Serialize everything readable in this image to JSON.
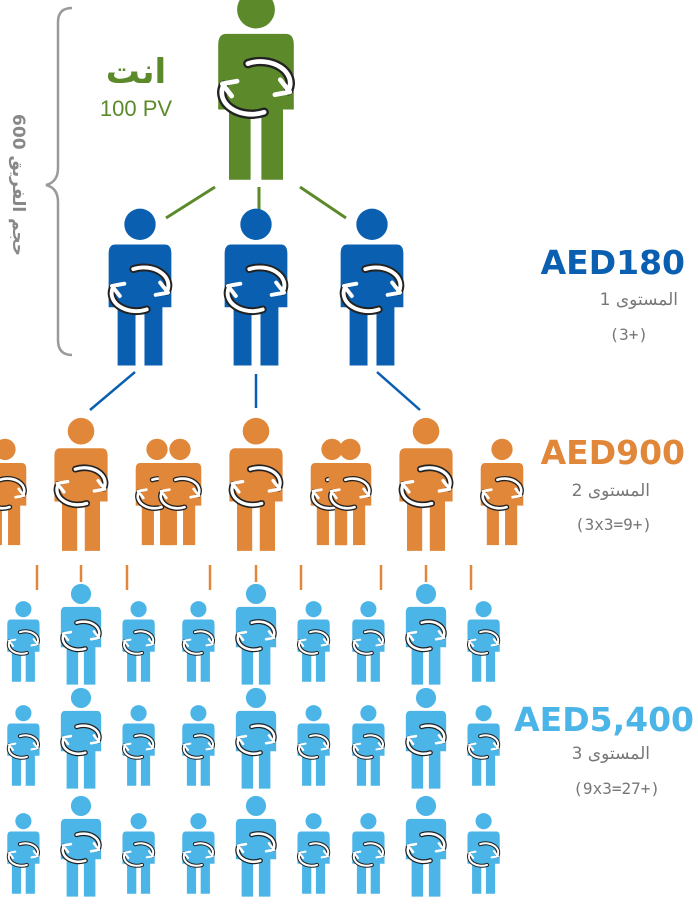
{
  "you": {
    "title": "انت",
    "pv": "100 PV"
  },
  "team_volume_label": "600 حجم الفريق",
  "levels": [
    {
      "amount": "AED180",
      "level": "المستوى 1",
      "calc": "(3+)",
      "color": "#0a5fb0"
    },
    {
      "amount": "AED900",
      "level": "المستوى 2",
      "calc": "(3x3=9+)",
      "color": "#e0873a"
    },
    {
      "amount": "AED5,400",
      "level": "المستوى 3",
      "calc": "(9x3=27+)",
      "color": "#4cb5e8"
    }
  ],
  "colors": {
    "you": "#5c8a2b",
    "level1": "#0a5fb0",
    "level2": "#e0873a",
    "level3": "#4cb5e8",
    "bracket": "#9a9a9a",
    "text_gray": "#777777"
  },
  "icons": {
    "person": "person-with-circular-arrows-icon",
    "cluster": "people-group-icon"
  }
}
